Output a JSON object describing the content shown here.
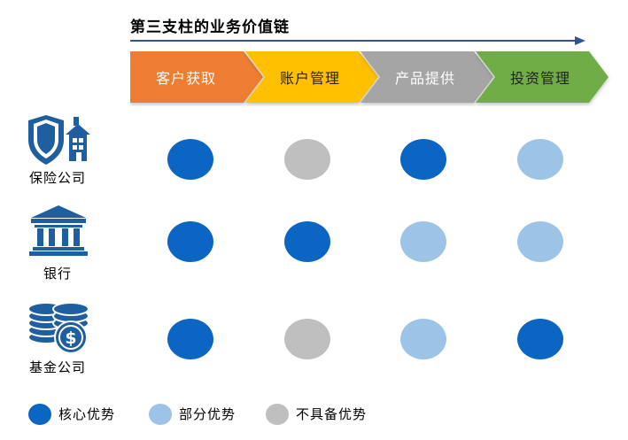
{
  "title": "第三支柱的业务价值链",
  "colors": {
    "core": "#0a66c2",
    "partial": "#9dc3e6",
    "none": "#bfbfbf",
    "arrow_line": "#2f5597"
  },
  "stages": [
    {
      "label": "客户获取",
      "color": "#ed7d31"
    },
    {
      "label": "账户管理",
      "color": "#ffc000"
    },
    {
      "label": "产品提供",
      "color": "#a5a5a5"
    },
    {
      "label": "投资管理",
      "color": "#70ad47"
    }
  ],
  "rows": [
    {
      "label": "保险公司",
      "icon": "insurance-icon",
      "levels": [
        "core",
        "none",
        "core",
        "partial"
      ]
    },
    {
      "label": "银行",
      "icon": "bank-icon",
      "levels": [
        "core",
        "core",
        "partial",
        "partial"
      ]
    },
    {
      "label": "基金公司",
      "icon": "fund-icon",
      "levels": [
        "core",
        "none",
        "partial",
        "core"
      ]
    }
  ],
  "legend": [
    {
      "label": "核心优势",
      "level": "core"
    },
    {
      "label": "部分优势",
      "level": "partial"
    },
    {
      "label": "不具备优势",
      "level": "none"
    }
  ]
}
